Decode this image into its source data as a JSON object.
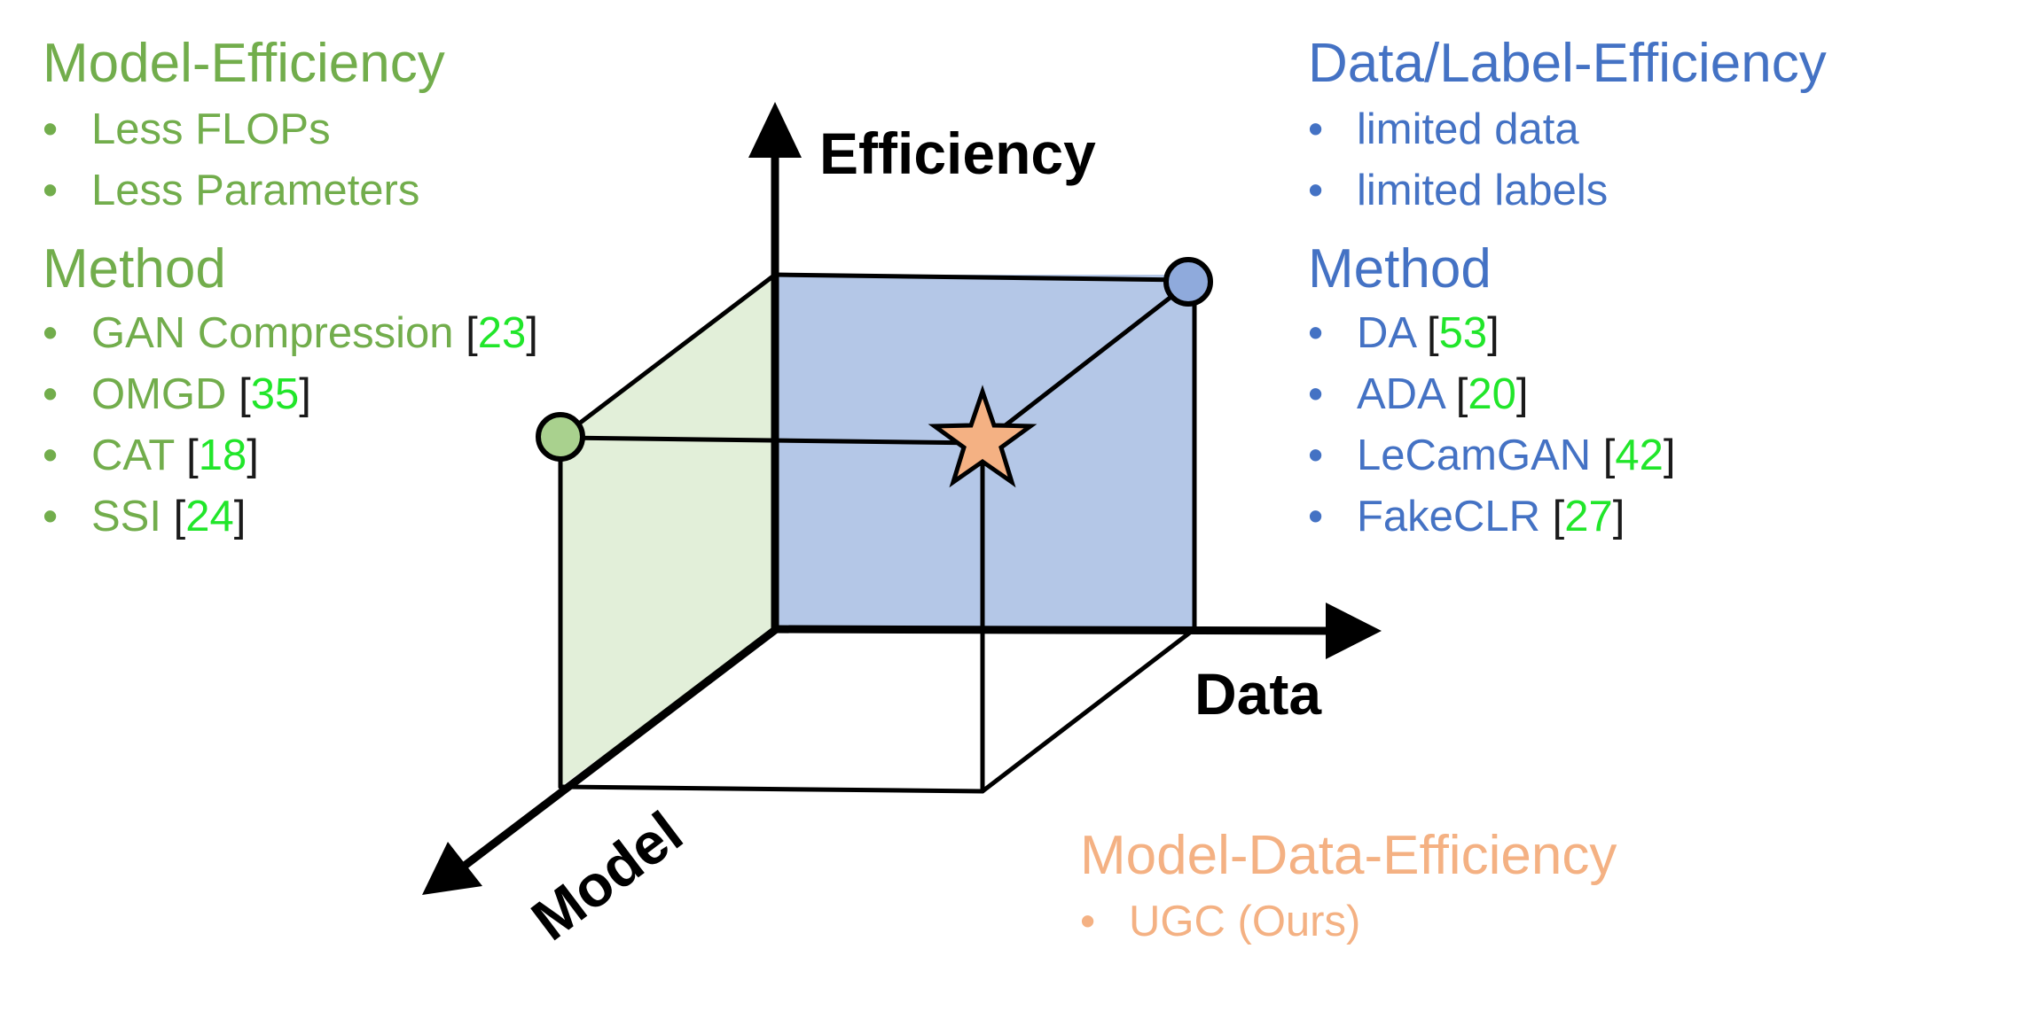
{
  "colors": {
    "model_green": "#72ad4c",
    "data_blue": "#4472c4",
    "ours_orange": "#f4b183",
    "ref_number_green": "#21e62a",
    "face_blue": "#b4c7e7",
    "face_green": "#e2efd9"
  },
  "model_efficiency": {
    "title": "Model-Efficiency",
    "bullets": [
      "Less FLOPs",
      "Less Parameters"
    ],
    "method_title": "Method",
    "methods": [
      {
        "name": "GAN Compression",
        "ref": "23"
      },
      {
        "name": "OMGD",
        "ref": "35"
      },
      {
        "name": "CAT",
        "ref": "18"
      },
      {
        "name": "SSI",
        "ref": "24"
      }
    ]
  },
  "data_efficiency": {
    "title": "Data/Label-Efficiency",
    "bullets": [
      "limited data",
      "limited labels"
    ],
    "method_title": "Method",
    "methods": [
      {
        "name": "DA",
        "ref": "53"
      },
      {
        "name": "ADA",
        "ref": "20"
      },
      {
        "name": "LeCamGAN",
        "ref": "42"
      },
      {
        "name": "FakeCLR",
        "ref": "27"
      }
    ]
  },
  "model_data_efficiency": {
    "title": "Model-Data-Efficiency",
    "bullets": [
      "UGC (Ours)"
    ]
  },
  "axes": {
    "efficiency": "Efficiency",
    "data": "Data",
    "model": "Model"
  },
  "bullet_char": "•",
  "bracket_open": "[",
  "bracket_close": "]",
  "icons": [
    "green-circle-marker",
    "blue-circle-marker",
    "orange-star-marker"
  ]
}
